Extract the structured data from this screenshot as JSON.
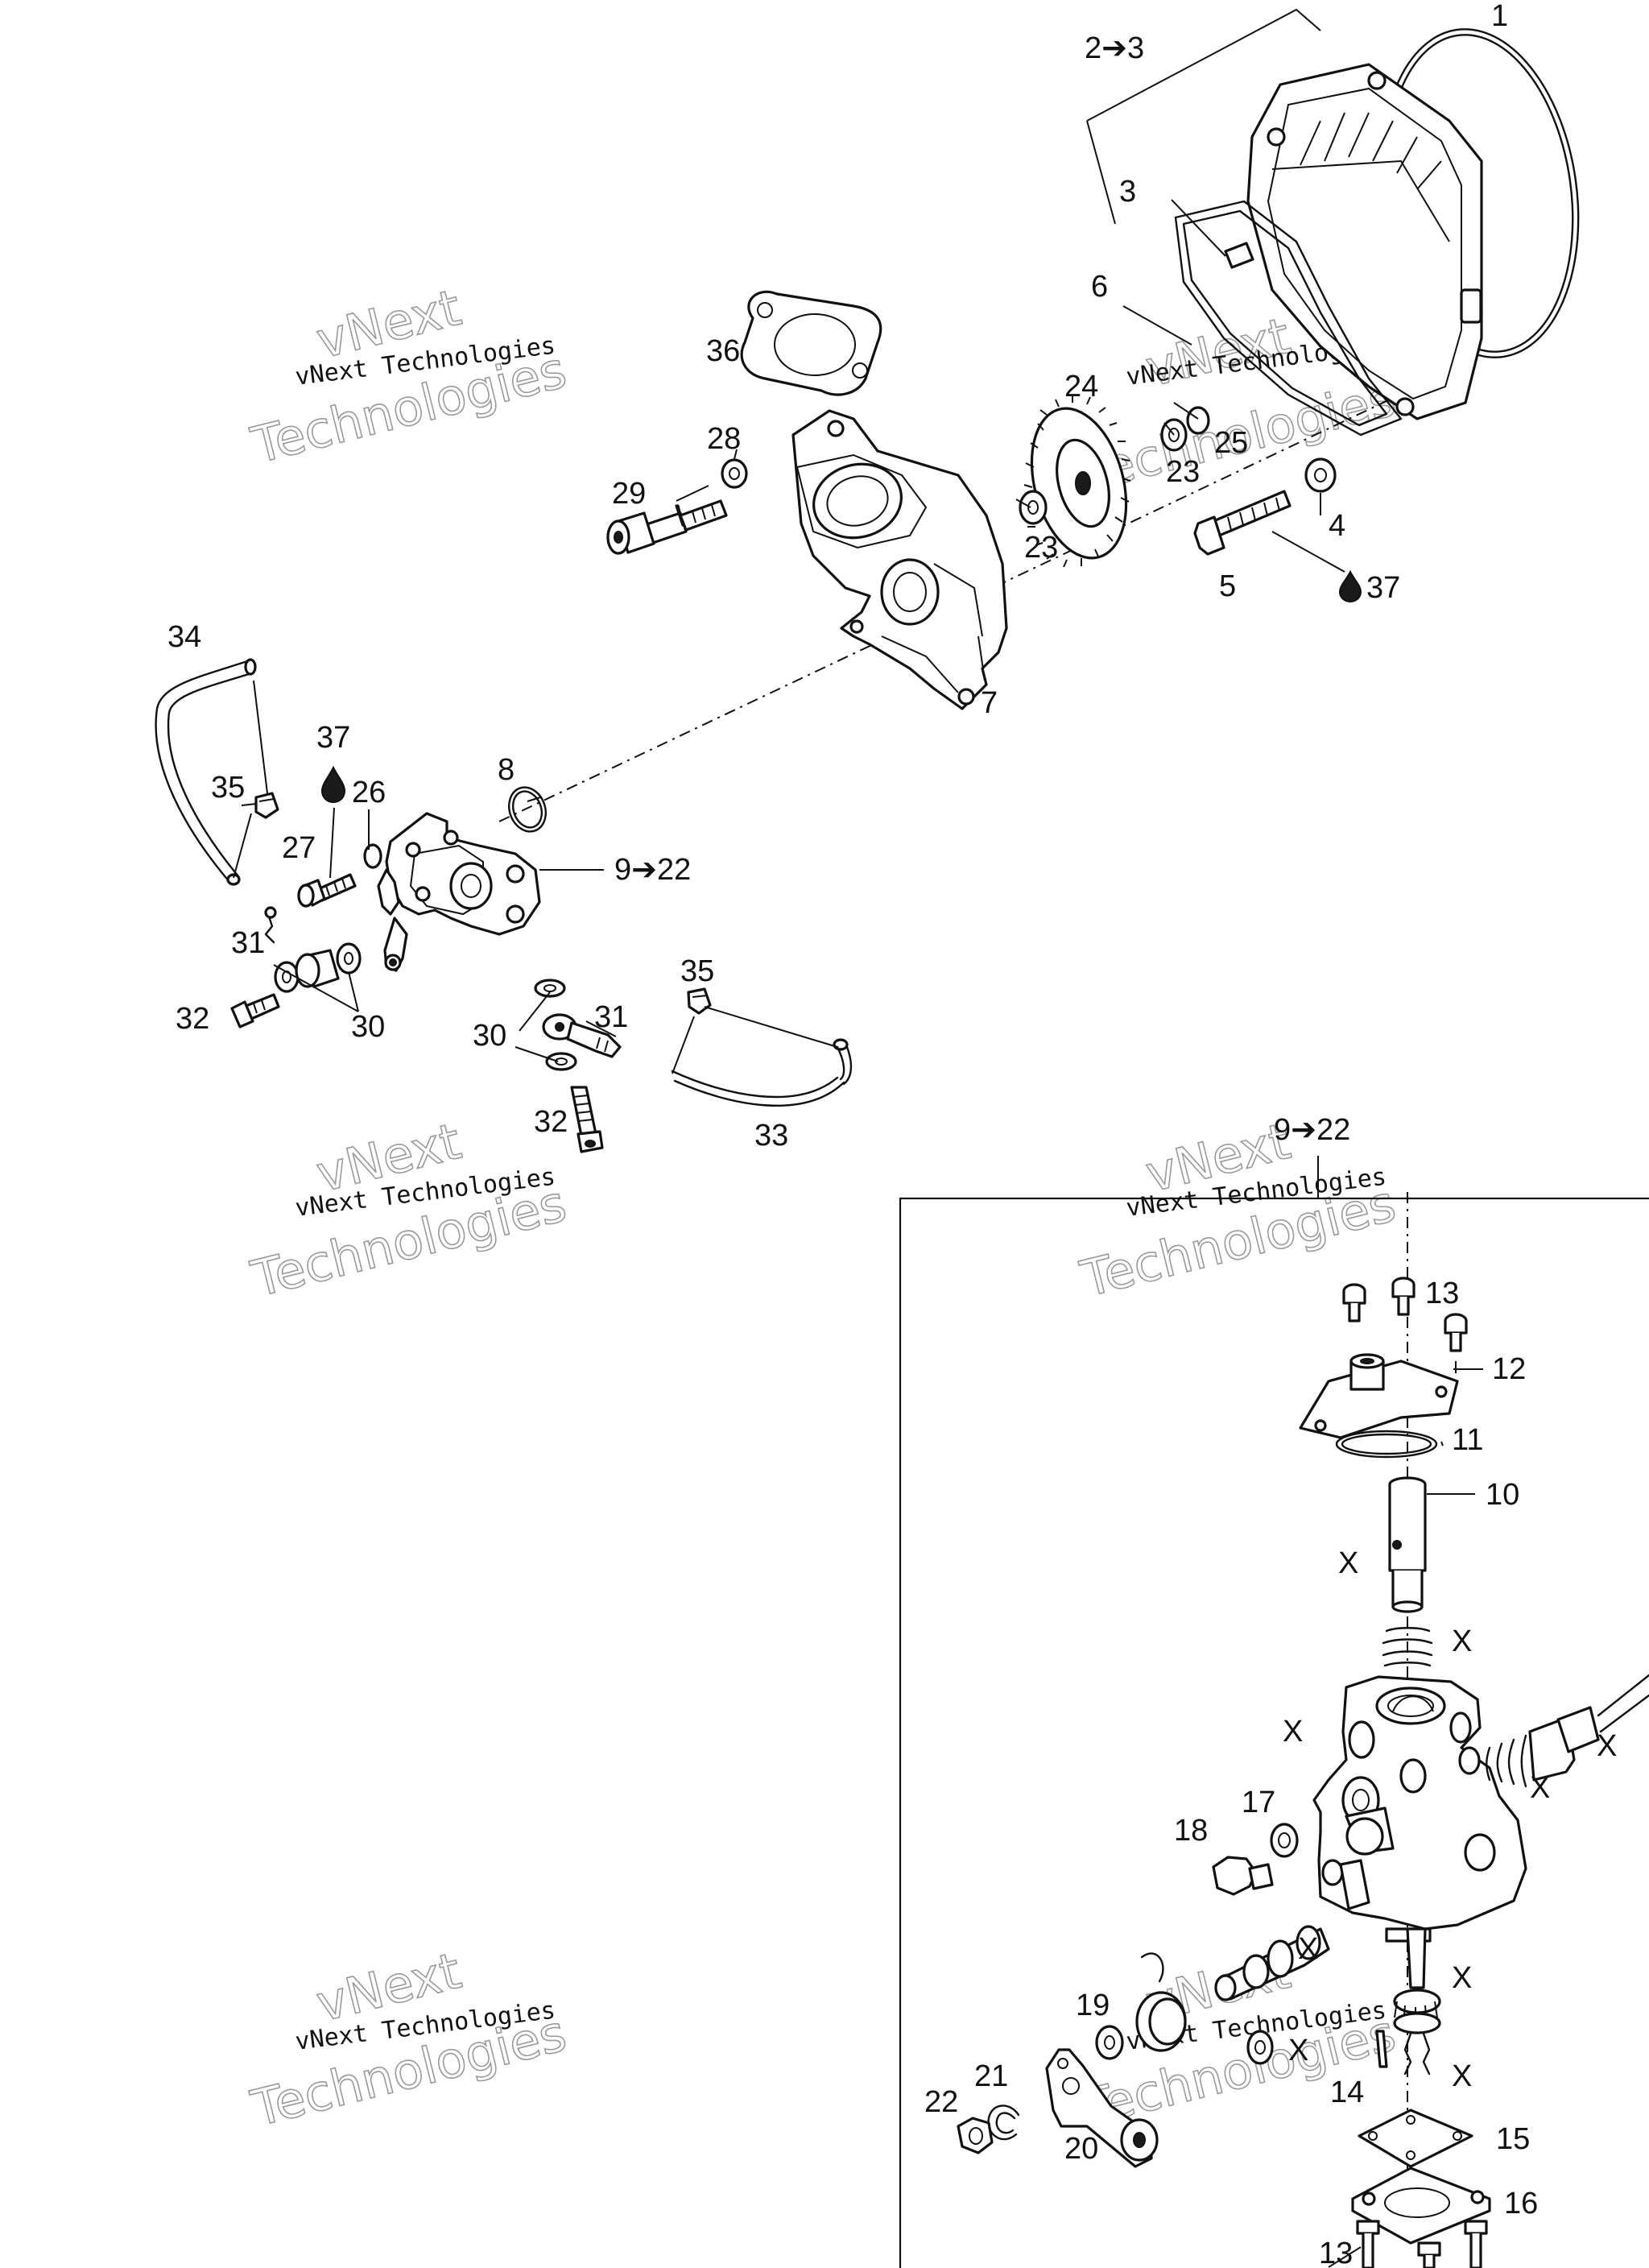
{
  "watermark": {
    "line1": "vNext Technologies",
    "line2": "vNext",
    "line3": "Technologies"
  },
  "callouts": {
    "c1": "1",
    "c2_3": "2➔3",
    "c3": "3",
    "c4": "4",
    "c5": "5",
    "c6": "6",
    "c7": "7",
    "c8": "8",
    "c9_22": "9➔22",
    "c9_22_inset": "9➔22",
    "c10": "10",
    "c11": "11",
    "c12": "12",
    "c13a": "13",
    "c13b": "13",
    "c14": "14",
    "c15": "15",
    "c16": "16",
    "c17": "17",
    "c18": "18",
    "c19": "19",
    "c20": "20",
    "c21": "21",
    "c22": "22",
    "c23a": "23",
    "c23b": "23",
    "c24": "24",
    "c25": "25",
    "c26": "26",
    "c27": "27",
    "c28": "28",
    "c29": "29",
    "c30a": "30",
    "c30b": "30",
    "c31a": "31",
    "c31b": "31",
    "c32a": "32",
    "c32b": "32",
    "c33": "33",
    "c34": "34",
    "c35a": "35",
    "c35b": "35",
    "c36": "36",
    "c37a": "37",
    "c37b": "37",
    "x_mark": "X"
  }
}
